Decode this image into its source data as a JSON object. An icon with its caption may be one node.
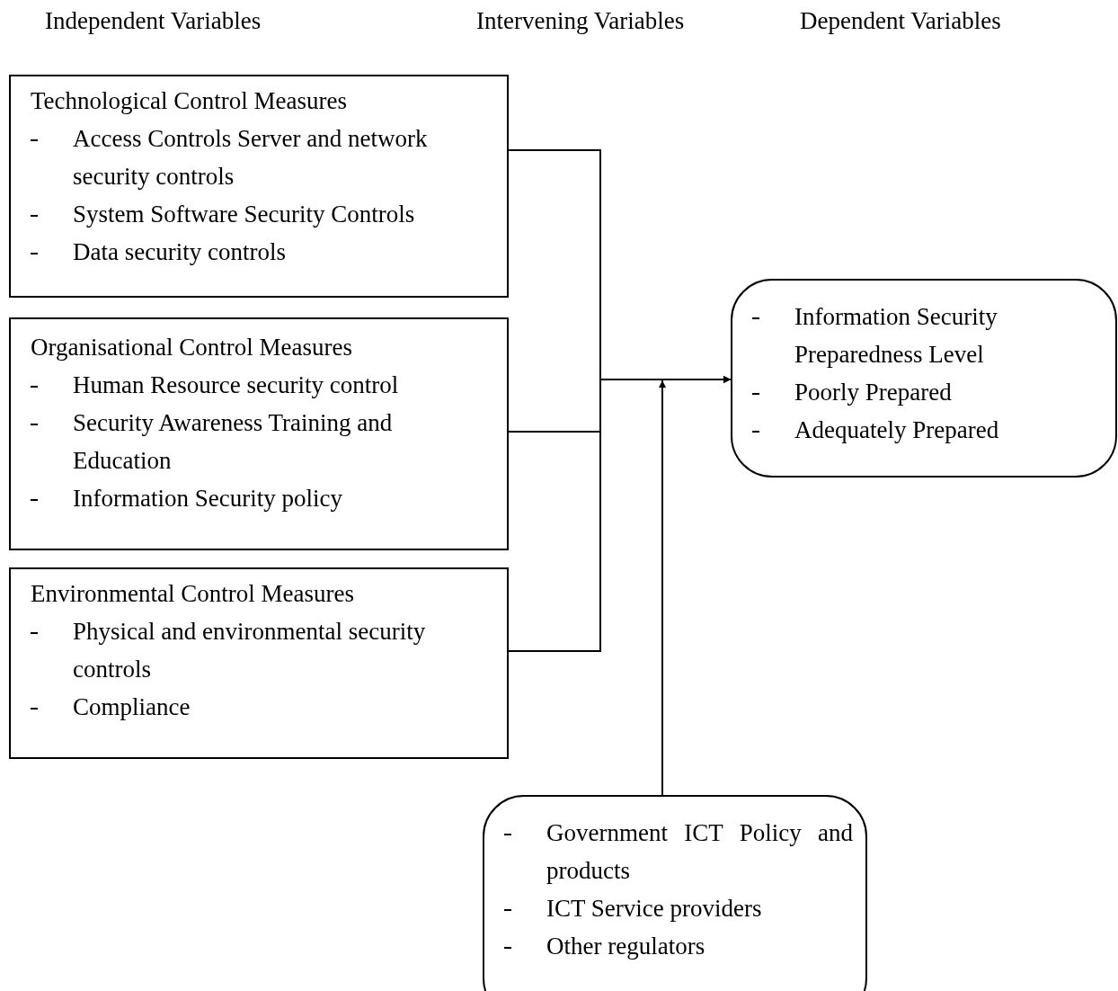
{
  "diagram": {
    "nodes": [
      {
        "text": [
          "Technological Control Measures",
          "Access Controls Server and network security controls",
          "System Software Security Controls",
          "Data security controls"
        ]
      },
      {
        "text": [
          "Organisational Control Measures",
          "Human Resource security control",
          "Security Awareness Training and Education",
          "Information Security policy"
        ]
      },
      {
        "text": [
          "Environmental Control Measures",
          "Physical and environmental security controls",
          "Compliance"
        ]
      },
      {
        "text": [
          "Information Security Preparedness Level",
          "Poorly Prepared",
          "Adequately Prepared"
        ]
      },
      {
        "text": [
          "Government ICT Policy and products",
          "ICT Service providers",
          "Other regulators"
        ]
      }
    ],
    "edges": [
      {
        "from": 0,
        "to": 3,
        "arrow": "to"
      },
      {
        "from": 1,
        "to": 3,
        "arrow": "to"
      },
      {
        "from": 2,
        "to": 3,
        "arrow": "to"
      },
      {
        "from": 4,
        "to": null,
        "arrow": "to"
      }
    ],
    "labels": [
      "Independent Variables",
      "Intervening Variables",
      "Dependent Variables"
    ]
  }
}
